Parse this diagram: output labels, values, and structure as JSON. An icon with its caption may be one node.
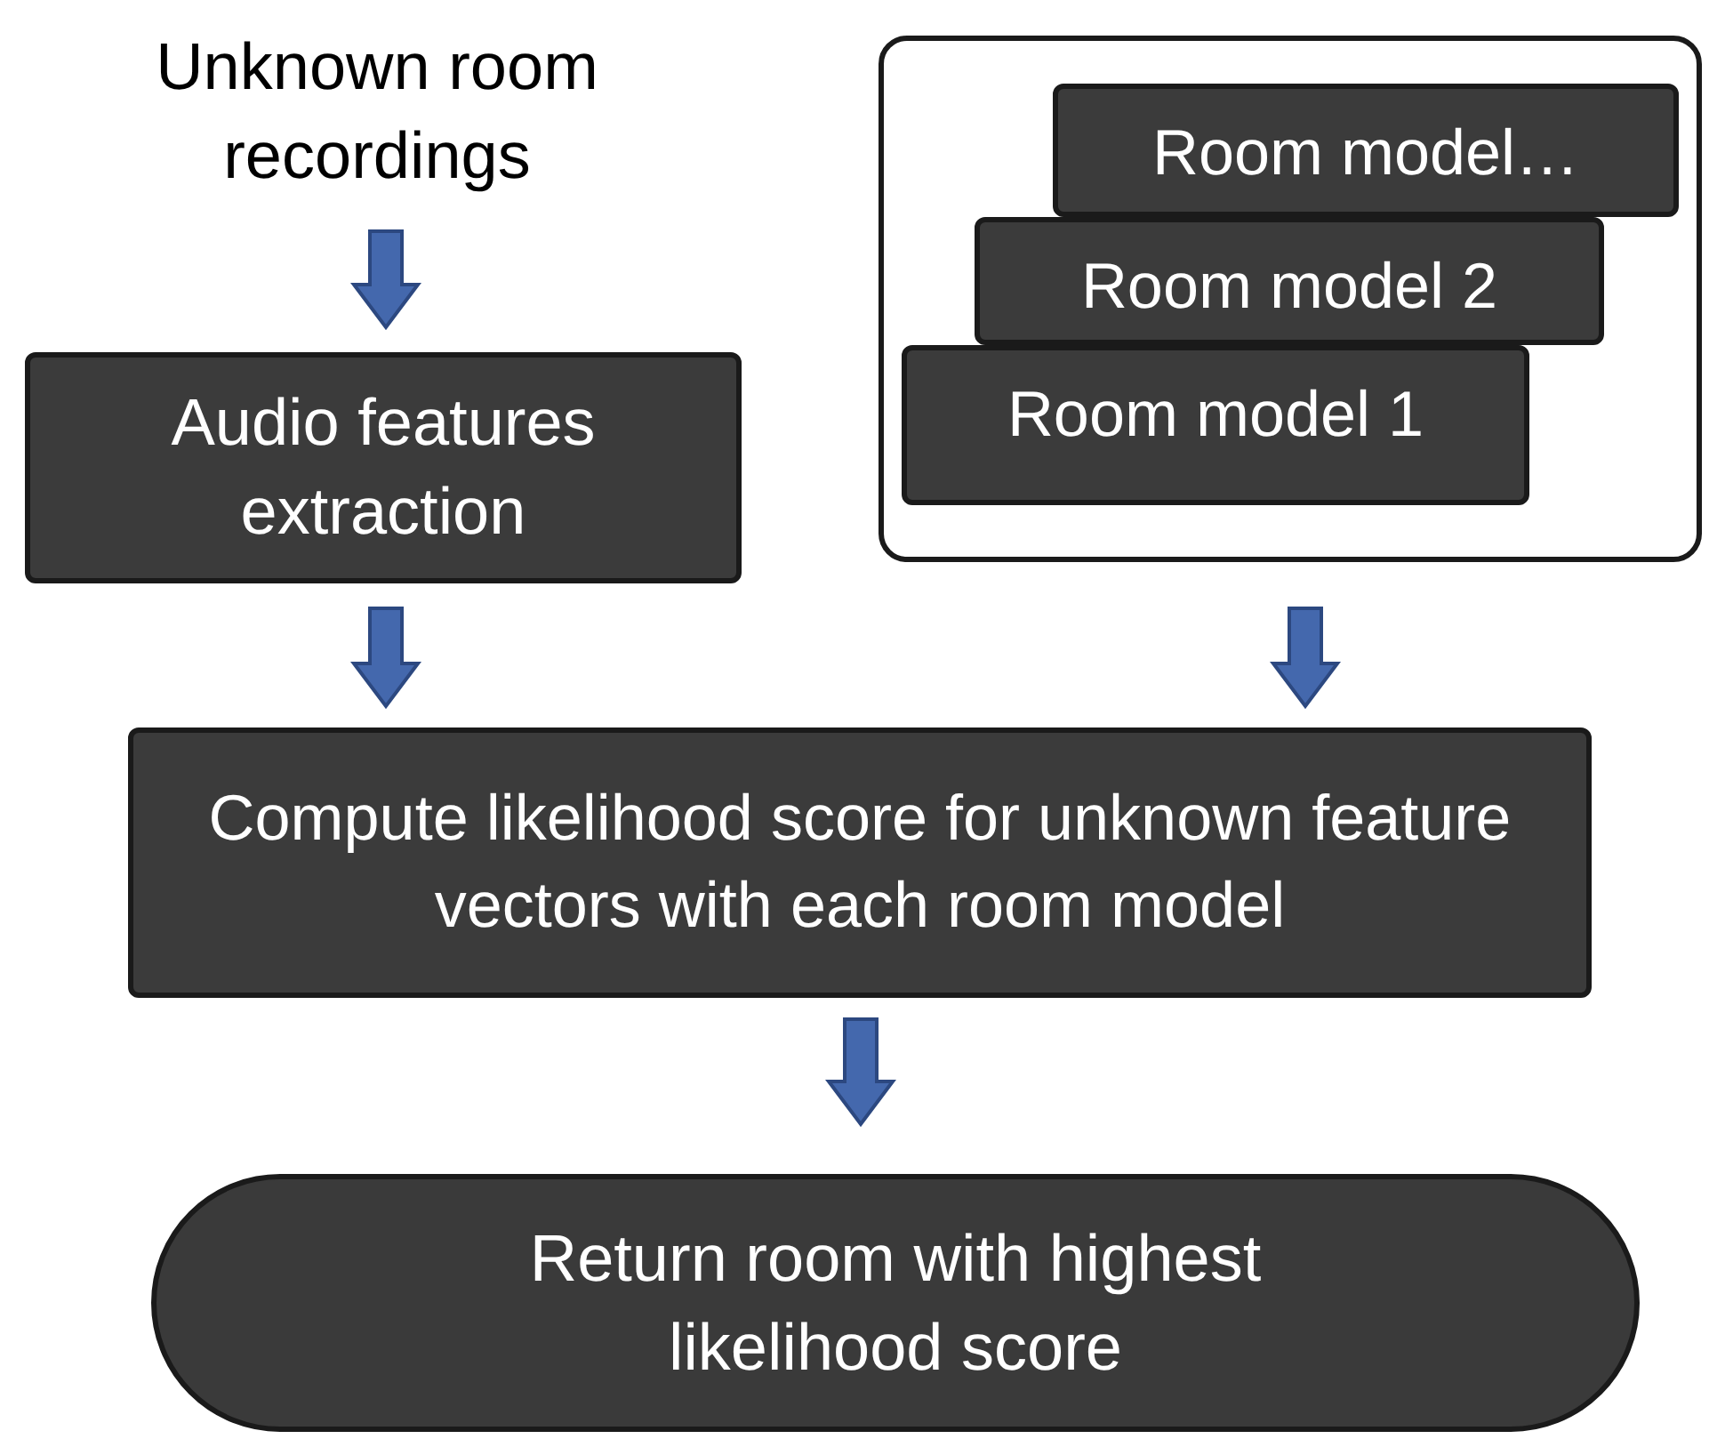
{
  "diagram": {
    "nodes": [
      {
        "text": [
          "Unknown room recordings"
        ]
      },
      {
        "text": [
          "Audio features extraction"
        ]
      },
      {
        "text": [],
        "shape": "box"
      },
      {
        "text": [
          "Room model…"
        ],
        "in": 2
      },
      {
        "text": [
          "Room model 2"
        ],
        "in": 2
      },
      {
        "text": [
          "Room model 1"
        ],
        "in": 2
      },
      {
        "text": [
          "Compute likelihood score for unknown feature vectors with each room model"
        ]
      },
      {
        "text": [
          "Return room with highest likelihood score"
        ]
      }
    ],
    "edges": [
      {
        "from": 0,
        "to": 1,
        "arrow": "to"
      },
      {
        "from": 1,
        "to": 6,
        "arrow": "to"
      },
      {
        "from": 2,
        "to": 6,
        "arrow": "to"
      },
      {
        "from": 6,
        "to": 7,
        "arrow": "to"
      }
    ]
  }
}
